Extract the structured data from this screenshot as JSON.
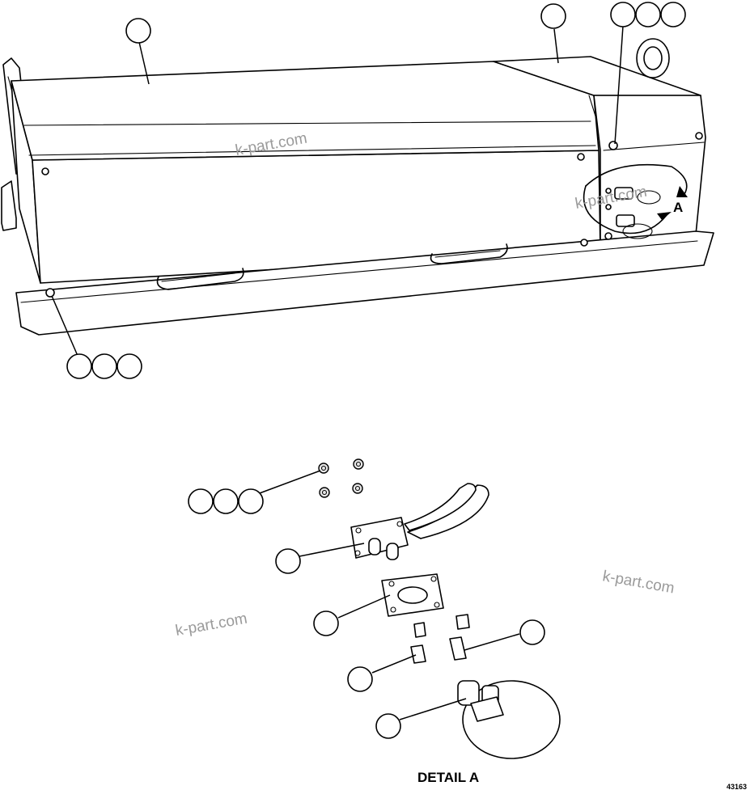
{
  "watermarks": [
    "k-part.com",
    "k-part.com",
    "k-part.com",
    "k-part.com"
  ],
  "detail_marker": "A",
  "detail_title": "DETAIL A",
  "drawing_number": "43163"
}
